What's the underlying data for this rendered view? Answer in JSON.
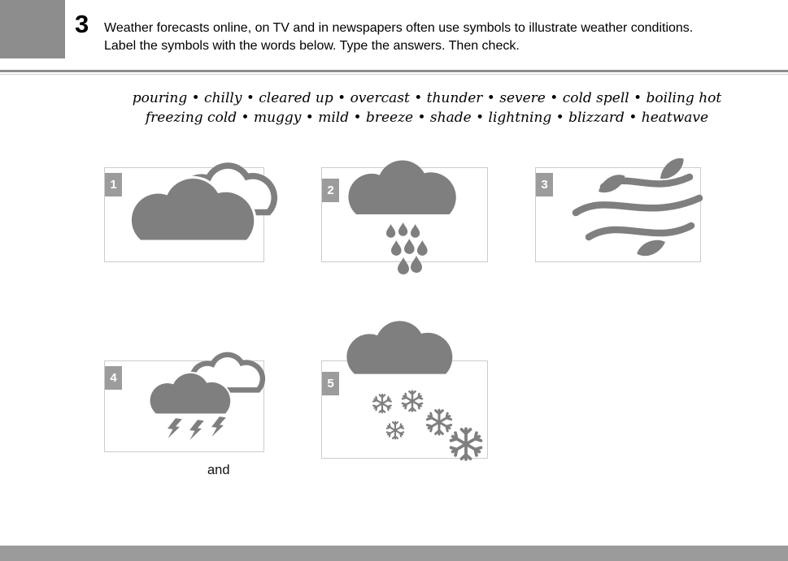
{
  "header": {
    "exercise_number": "3",
    "instructions": "Weather forecasts online, on TV and in newspapers often use symbols to illustrate weather conditions. Label the symbols with the words below. Type the answers. Then check."
  },
  "word_bank": {
    "line1": "pouring • chilly • cleared up • overcast • thunder • severe • cold spell • boiling hot",
    "line2": "freezing cold • muggy • mild • breeze • shade • lightning • blizzard • heatwave"
  },
  "cards": [
    {
      "number": "1",
      "icon": "cloudy"
    },
    {
      "number": "2",
      "icon": "rain"
    },
    {
      "number": "3",
      "icon": "breeze"
    },
    {
      "number": "4",
      "icon": "thunder-lightning"
    },
    {
      "number": "5",
      "icon": "blizzard-snow"
    }
  ],
  "connector_label": "and",
  "colors": {
    "icon_gray": "#7f7f7f",
    "tab_gray": "#9c9c9c",
    "header_block_gray": "#8d8d8d",
    "divider_gray": "#8c8c8c",
    "footer_bar_gray": "#9b9b9b",
    "box_border_gray": "#cccccc"
  }
}
